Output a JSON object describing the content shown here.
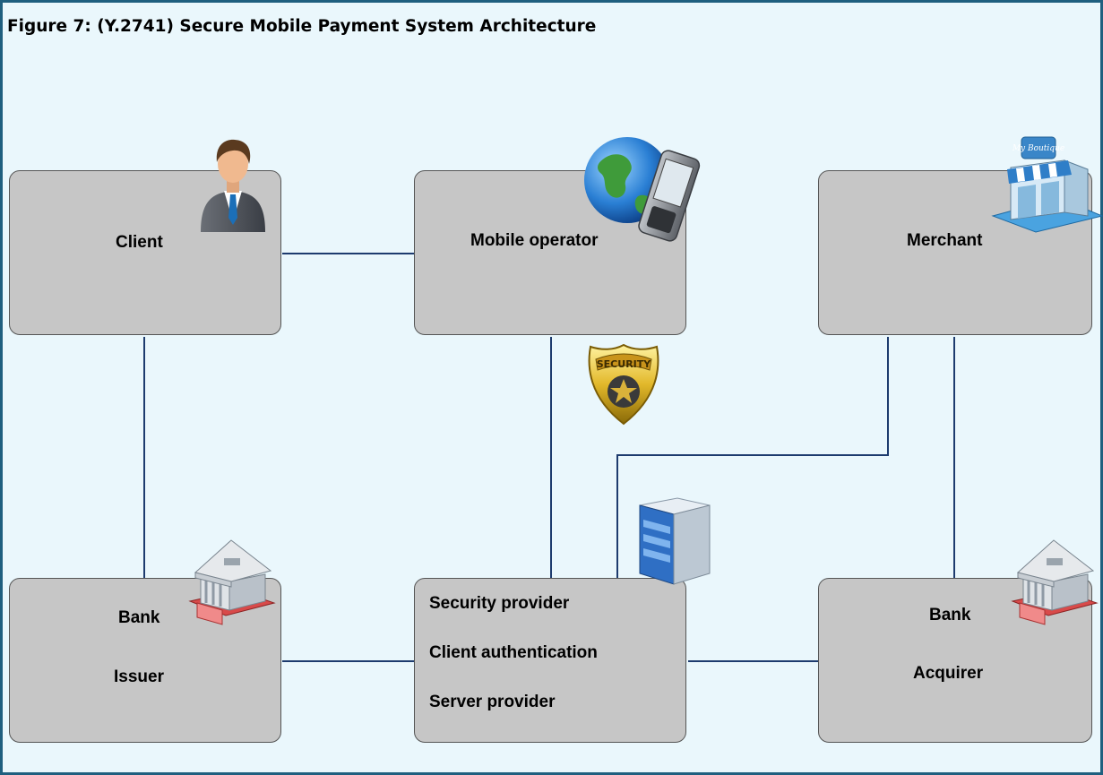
{
  "figure": {
    "title": "Figure 7: (Y.2741) Secure Mobile Payment System Architecture"
  },
  "nodes": {
    "client": {
      "label": "Client"
    },
    "mobile_operator": {
      "label": "Mobile operator"
    },
    "merchant": {
      "label": "Merchant"
    },
    "issuer_bank": {
      "line1": "Bank",
      "line2": "Issuer"
    },
    "security_provider": {
      "line1": "Security provider",
      "line2": "Client authentication",
      "line3": "Server provider"
    },
    "acquirer_bank": {
      "line1": "Bank",
      "line2": "Acquirer"
    }
  },
  "icons": {
    "client": "businessman-icon",
    "mobile_operator": "globe-phone-icon",
    "merchant": "boutique-store-icon",
    "security": "security-badge-icon",
    "server": "server-icon",
    "bank": "bank-building-icon"
  },
  "colors": {
    "frame_border": "#1f5f7f",
    "background": "#eaf7fc",
    "node_fill": "#c6c6c6",
    "node_border": "#555555",
    "connector": "#1d3b6e"
  },
  "store_sign": "My Boutique",
  "badge_text": "SECURITY"
}
